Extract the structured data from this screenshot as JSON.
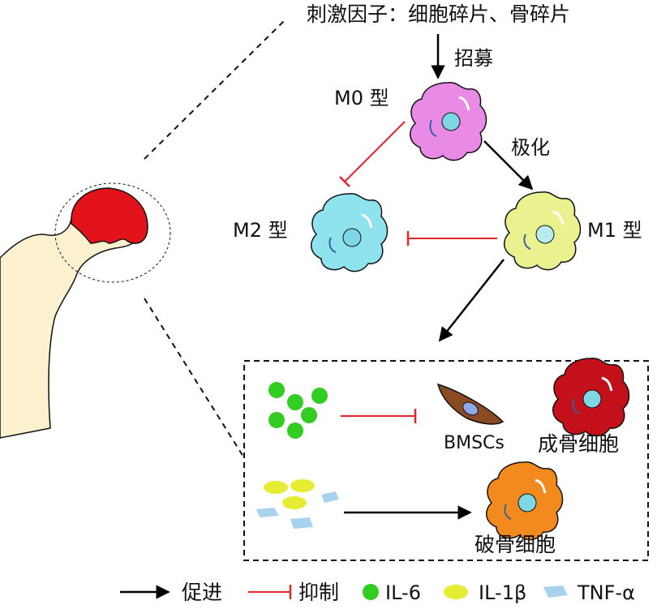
{
  "labels": {
    "stimulus": "刺激因子：细胞碎片、骨碎片",
    "recruit": "招募",
    "m0": "M0  型",
    "polarize": "极化",
    "m2": "M2  型",
    "m1": "M1  型",
    "bmscs": "BMSCs",
    "osteoblast": "成骨细胞",
    "osteoclast": "破骨细胞"
  },
  "legend": {
    "promote": "促进",
    "inhibit": "抑制",
    "il6": "IL-6",
    "il1b": "IL-1β",
    "tnfa": "TNF-α"
  },
  "colors": {
    "m0_cell": "#e98ae6",
    "m2_cell": "#8fe3ee",
    "m1_cell": "#e9f28e",
    "osteoblast": "#c4101a",
    "osteoclast": "#f28a1e",
    "bmsc": "#8a4a22",
    "il6": "#33cc22",
    "il1b": "#e6ec32",
    "tnfa": "#a7d3ef",
    "bone": "#fbf1ce",
    "femoral_head": "#e2131b",
    "promote_arrow": "#000000",
    "inhibit_line": "#e5262b"
  }
}
